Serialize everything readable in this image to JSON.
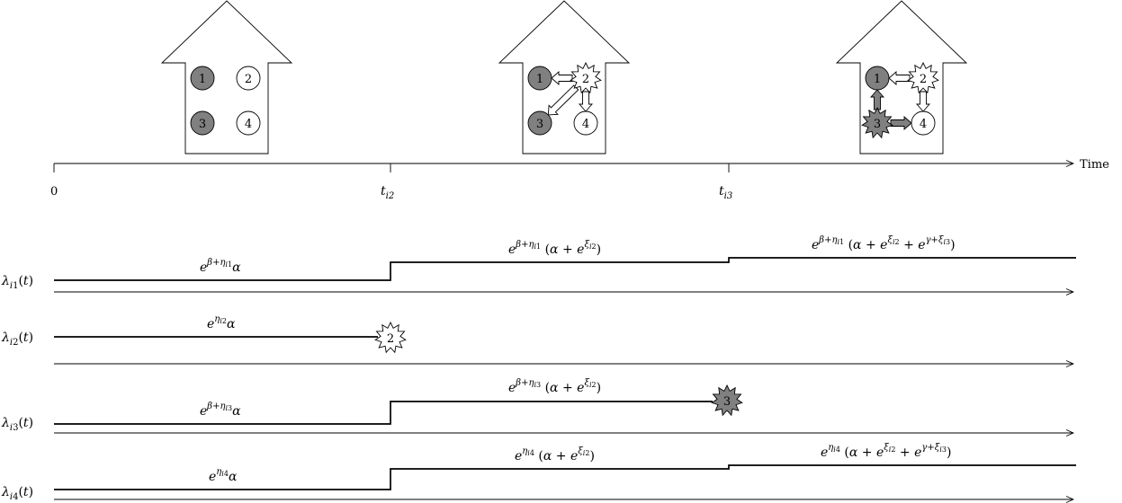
{
  "time_axis": {
    "label": "Time",
    "ticks": [
      "0",
      "t_{i2}",
      "t_{i3}"
    ]
  },
  "houses": [
    {
      "members": [
        {
          "id": "1",
          "state": "susceptible-grey"
        },
        {
          "id": "2",
          "state": "susceptible-white"
        },
        {
          "id": "3",
          "state": "susceptible-grey"
        },
        {
          "id": "4",
          "state": "susceptible-white"
        }
      ],
      "arrows": []
    },
    {
      "members": [
        {
          "id": "1",
          "state": "susceptible-grey"
        },
        {
          "id": "2",
          "state": "infected-white"
        },
        {
          "id": "3",
          "state": "susceptible-grey"
        },
        {
          "id": "4",
          "state": "susceptible-white"
        }
      ],
      "arrows": [
        [
          "2",
          "1"
        ],
        [
          "2",
          "3"
        ],
        [
          "2",
          "4"
        ]
      ]
    },
    {
      "members": [
        {
          "id": "1",
          "state": "susceptible-grey"
        },
        {
          "id": "2",
          "state": "infected-white"
        },
        {
          "id": "3",
          "state": "infected-grey"
        },
        {
          "id": "4",
          "state": "susceptible-white"
        }
      ],
      "arrows": [
        [
          "2",
          "1"
        ],
        [
          "2",
          "4"
        ],
        [
          "3",
          "1"
        ],
        [
          "3",
          "4"
        ]
      ]
    }
  ],
  "hazards": [
    {
      "label": "λ_{i1}(t)",
      "segments": [
        "e^{β+η_{i1}}α",
        "e^{β+η_{i1}}(α+e^{ξ_{i2}})",
        "e^{β+η_{i1}}(α+e^{ξ_{i2}}+e^{γ+ξ_{i3}})"
      ],
      "levels": [
        1,
        2,
        2.4
      ],
      "ends": "continues"
    },
    {
      "label": "λ_{i2}(t)",
      "segments": [
        "e^{η_{i2}}α"
      ],
      "levels": [
        1
      ],
      "ends": "infected-at-t_{i2}",
      "marker": "2"
    },
    {
      "label": "λ_{i3}(t)",
      "segments": [
        "e^{β+η_{i3}}α",
        "e^{β+η_{i3}}(α+e^{ξ_{i2}})"
      ],
      "levels": [
        1,
        2
      ],
      "ends": "infected-at-t_{i3}",
      "marker": "3"
    },
    {
      "label": "λ_{i4}(t)",
      "segments": [
        "e^{η_{i4}}α",
        "e^{η_{i4}}(α+e^{ξ_{i2}})",
        "e^{η_{i4}}(α+e^{ξ_{i2}}+e^{γ+ξ_{i3}})"
      ],
      "levels": [
        1,
        2,
        2.4
      ],
      "ends": "continues"
    }
  ],
  "colors": {
    "grey": "#808080",
    "white": "#ffffff",
    "line": "#000000"
  }
}
